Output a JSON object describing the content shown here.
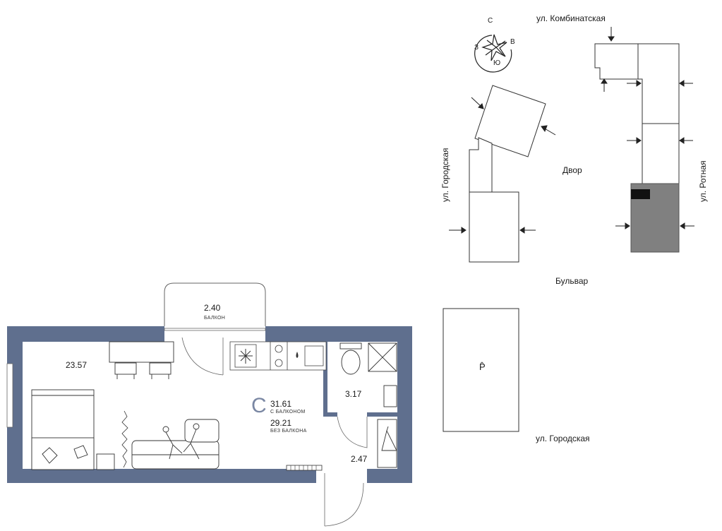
{
  "colors": {
    "wall": "#5f6f8e",
    "highlight_building": "#808080",
    "line": "#222222"
  },
  "compass": {
    "north": "С",
    "east": "В",
    "south": "Ю",
    "west": "З"
  },
  "site_plan": {
    "street_top": "ул. Комбинатская",
    "street_left": "ул. Городская",
    "street_right": "ул. Ротная",
    "street_bottom": "ул. Городская",
    "yard": "Двор",
    "boulevard": "Бульвар",
    "parking": "P̂"
  },
  "floor_plan": {
    "apartment_type": "С",
    "area_with_balcony": "31.61",
    "area_with_balcony_caption": "С БАЛКОНОМ",
    "area_without_balcony": "29.21",
    "area_without_balcony_caption": "БЕЗ БАЛКОНА",
    "balcony_area": "2.40",
    "balcony_caption": "БАЛКОН",
    "living_room_area": "23.57",
    "bathroom_area": "3.17",
    "hallway_area": "2.47"
  }
}
